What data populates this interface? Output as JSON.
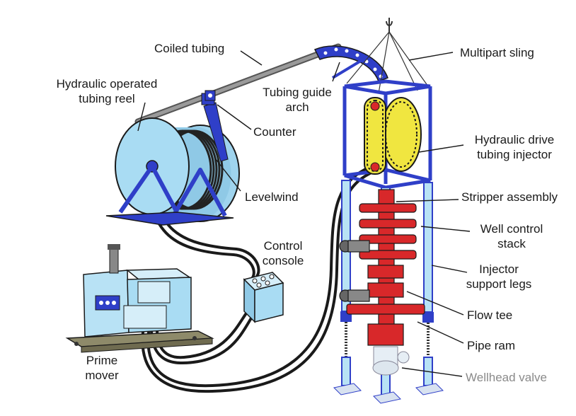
{
  "labels": {
    "coiled_tubing": "Coiled tubing",
    "tubing_reel_1": "Hydraulic operated",
    "tubing_reel_2": "tubing reel",
    "guide_arch_1": "Tubing guide",
    "guide_arch_2": "arch",
    "multipart_sling": "Multipart sling",
    "counter": "Counter",
    "drive_injector_1": "Hydraulic drive",
    "drive_injector_2": "tubing injector",
    "levelwind": "Levelwind",
    "stripper_assembly": "Stripper assembly",
    "well_control_1": "Well control",
    "well_control_2": "stack",
    "control_console_1": "Control",
    "control_console_2": "console",
    "support_legs_1": "Injector",
    "support_legs_2": "support legs",
    "flow_tee": "Flow tee",
    "pipe_ram": "Pipe ram",
    "prime_mover_1": "Prime",
    "prime_mover_2": "mover",
    "wellhead_valve": "Wellhead valve"
  },
  "colors": {
    "frame_blue": "#2f3fc8",
    "reel_fill": "#a9dcf3",
    "stack_red": "#d8282a",
    "light_blue_box": "#b8e2f5",
    "injector_yellow": "#f0e640",
    "hose_black": "#1a1a1a",
    "skid_olive": "#8e8a6a"
  }
}
